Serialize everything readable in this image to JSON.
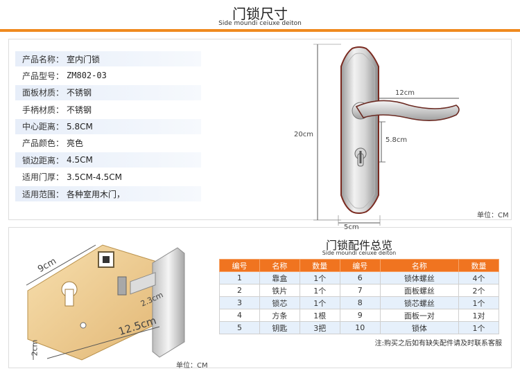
{
  "header": {
    "title": "门锁尺寸",
    "subtitle": "Side moundi ceiuxe deiton"
  },
  "specs": [
    {
      "k": "产品名称：",
      "v": "室内门锁"
    },
    {
      "k": "产品型号：",
      "v": "ZM802-03"
    },
    {
      "k": "面板材质：",
      "v": "不锈钢"
    },
    {
      "k": "手柄材质：",
      "v": "不锈钢"
    },
    {
      "k": "中心距离：",
      "v": "5.8CM"
    },
    {
      "k": "产品颜色：",
      "v": "亮色"
    },
    {
      "k": "锁边距离：",
      "v": "4.5CM"
    },
    {
      "k": "适用门厚：",
      "v": "3.5CM-4.5CM"
    },
    {
      "k": "适用范围：",
      "v": "各种室用木门，"
    }
  ],
  "handle_dims": {
    "height": "20cm",
    "length": "12cm",
    "center": "5.8cm",
    "width": "5cm"
  },
  "unit_top": "单位：CM",
  "lockbody_dims": {
    "h": "9cm",
    "l": "12.5cm",
    "side": "2cm",
    "backset": "2.3cm"
  },
  "unit_bottom": "单位：CM",
  "parts": {
    "title": "门锁配件总览",
    "subtitle": "Side moundi ceiuxe deiton",
    "headers": [
      "编号",
      "名称",
      "数量",
      "编号",
      "名称",
      "数量"
    ],
    "rows": [
      [
        "1",
        "靠盒",
        "1个",
        "6",
        "锁体螺丝",
        "4个"
      ],
      [
        "2",
        "铁片",
        "1个",
        "7",
        "面板螺丝",
        "2个"
      ],
      [
        "3",
        "锁芯",
        "1个",
        "8",
        "锁芯螺丝",
        "1个"
      ],
      [
        "4",
        "方条",
        "1根",
        "9",
        "面板一对",
        "1对"
      ],
      [
        "5",
        "钥匙",
        "3把",
        "10",
        "锁体",
        "1个"
      ]
    ],
    "note": "注:购买之后如有缺失配件请及时联系客服"
  },
  "colors": {
    "accent": "#f08a1f",
    "table_header": "#f07420",
    "row_blue": "#e6f0fb"
  }
}
